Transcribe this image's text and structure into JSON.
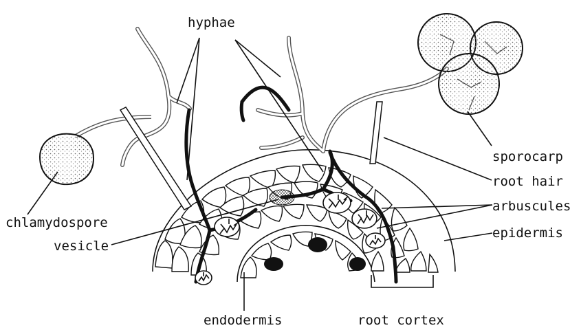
{
  "diagram": {
    "labels": {
      "hyphae": "hyphae",
      "sporocarp": "sporocarp",
      "root_hair": "root hair",
      "arbuscules": "arbuscules",
      "epidermis": "epidermis",
      "chlamydospore": "chlamydospore",
      "vesicle": "vesicle",
      "endodermis": "endodermis",
      "root_cortex": "root cortex"
    },
    "colors": {
      "ink": "#111111",
      "paper": "#ffffff",
      "stipple": "#8a8a8a"
    }
  }
}
